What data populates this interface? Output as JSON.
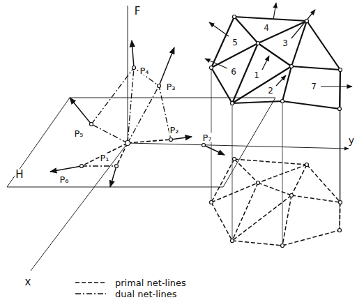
{
  "diagram": {
    "labels": [
      "F",
      "H",
      "x",
      "y",
      "P₁",
      "P₂",
      "P₃",
      "P₄",
      "P₅",
      "P₆",
      "P₇",
      "1",
      "2",
      "3",
      "4",
      "5",
      "6",
      "7"
    ],
    "legend": [
      {
        "text": "primal net-lines"
      },
      {
        "text": "dual net-lines"
      }
    ]
  }
}
